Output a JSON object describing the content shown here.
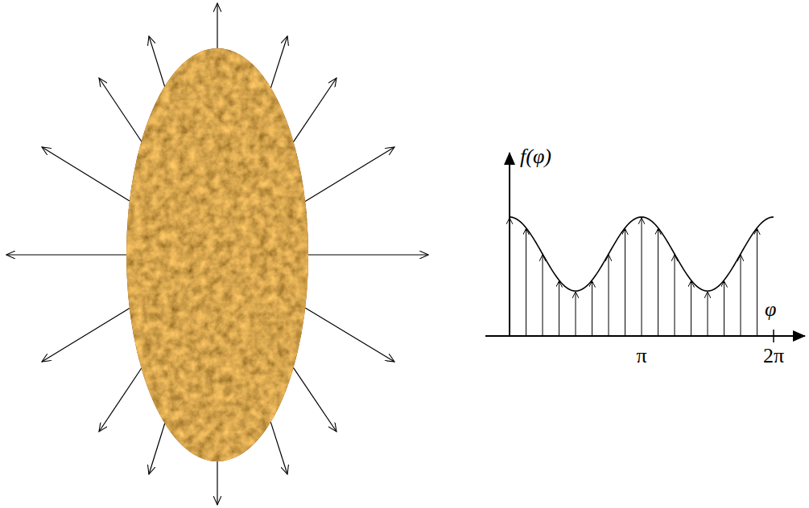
{
  "diagram": {
    "labels": [
      "f(φ)",
      "φ",
      "π",
      "2π"
    ]
  }
}
